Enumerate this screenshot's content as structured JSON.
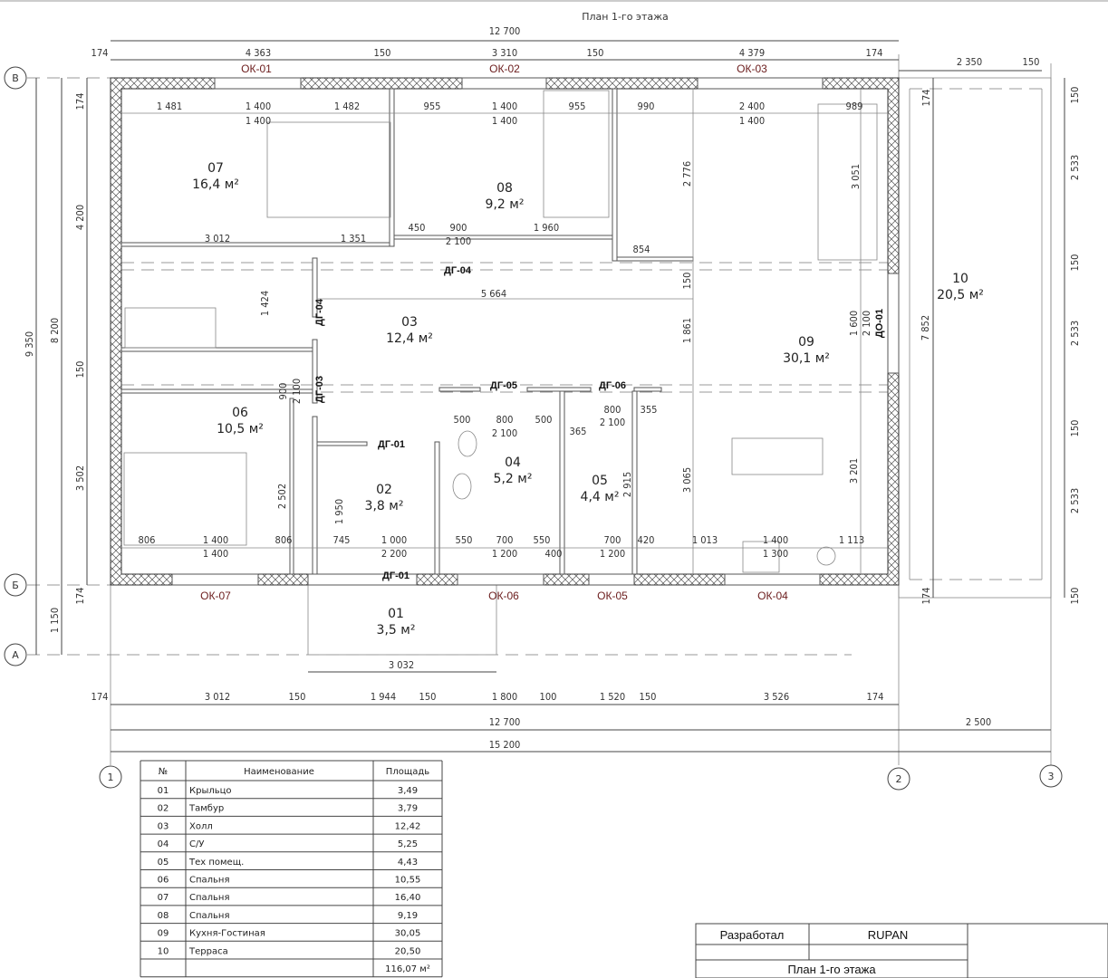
{
  "title": "План 1-го этажа",
  "axes": {
    "rows": [
      "В",
      "Б",
      "А"
    ],
    "cols": [
      "1",
      "2",
      "3"
    ]
  },
  "windows": {
    "top": [
      "ОК-01",
      "ОК-02",
      "ОК-03"
    ],
    "bottom": [
      "ОК-07",
      "ОК-06",
      "ОК-05",
      "ОК-04"
    ]
  },
  "doors": [
    "ДГ-04",
    "ДГ-04",
    "ДГ-03",
    "ДГ-05",
    "ДГ-06",
    "ДГ-01",
    "ДГ-01",
    "ДО-01"
  ],
  "rooms": [
    {
      "num": "01",
      "area": "3,5 м²"
    },
    {
      "num": "02",
      "area": "3,8 м²"
    },
    {
      "num": "03",
      "area": "12,4 м²"
    },
    {
      "num": "04",
      "area": "5,2 м²"
    },
    {
      "num": "05",
      "area": "4,4 м²"
    },
    {
      "num": "06",
      "area": "10,5 м²"
    },
    {
      "num": "07",
      "area": "16,4 м²"
    },
    {
      "num": "08",
      "area": "9,2 м²"
    },
    {
      "num": "09",
      "area": "30,1 м²"
    },
    {
      "num": "10",
      "area": "20,5 м²"
    }
  ],
  "dims": {
    "top_overall": "12 700",
    "top_chain": [
      "174",
      "4 363",
      "150",
      "3 310",
      "150",
      "4 379",
      "174",
      "2 350",
      "150"
    ],
    "top_interior": [
      "1 481",
      "1 400",
      "1 482",
      "955",
      "1 400",
      "955",
      "990",
      "2 400",
      "989",
      "1 400",
      "1 400",
      "1 400"
    ],
    "interior": [
      "3 012",
      "1 351",
      "450",
      "900",
      "2 100",
      "1 960",
      "854",
      "5 664",
      "500",
      "800",
      "500",
      "2 100",
      "365",
      "800",
      "2 100",
      "355"
    ],
    "bottom_interior": [
      "806",
      "1 400",
      "1 400",
      "806",
      "745",
      "1 000",
      "2 200",
      "550",
      "700",
      "550",
      "1 200",
      "400",
      "700",
      "1 200",
      "420",
      "1 013",
      "1 400",
      "1 300",
      "1 113"
    ],
    "vertical_interior": [
      "1 424",
      "900",
      "2 100",
      "2 502",
      "1 950",
      "2 776",
      "150",
      "1 861",
      "3 065",
      "3 051",
      "1 600",
      "2 100",
      "3 201",
      "2 915",
      "7 852"
    ],
    "left": [
      "9 350",
      "8 200",
      "1 150",
      "174",
      "4 200",
      "150",
      "3 502",
      "174"
    ],
    "right": [
      "174",
      "174",
      "150",
      "2 533",
      "150",
      "2 533",
      "150",
      "2 533",
      "150"
    ],
    "porch": "3 032",
    "bottom_chain": [
      "174",
      "3 012",
      "150",
      "1 944",
      "150",
      "1 800",
      "100",
      "1 520",
      "150",
      "3 526",
      "174"
    ],
    "bottom_overall": [
      "12 700",
      "2 500"
    ],
    "total": "15 200"
  },
  "table": {
    "headers": [
      "№",
      "Наименование",
      "Площадь"
    ],
    "rows": [
      [
        "01",
        "Крыльцо",
        "3,49"
      ],
      [
        "02",
        "Тамбур",
        "3,79"
      ],
      [
        "03",
        "Холл",
        "12,42"
      ],
      [
        "04",
        "С/У",
        "5,25"
      ],
      [
        "05",
        "Тех помещ.",
        "4,43"
      ],
      [
        "06",
        "Спальня",
        "10,55"
      ],
      [
        "07",
        "Спальня",
        "16,40"
      ],
      [
        "08",
        "Спальня",
        "9,19"
      ],
      [
        "09",
        "Кухня-Гостиная",
        "30,05"
      ],
      [
        "10",
        "Терраса",
        "20,50"
      ]
    ],
    "total": "116,07 м²"
  },
  "titleblock": {
    "developed_label": "Разработал",
    "developer": "RUPAN",
    "sheet_name": "План 1-го этажа"
  }
}
